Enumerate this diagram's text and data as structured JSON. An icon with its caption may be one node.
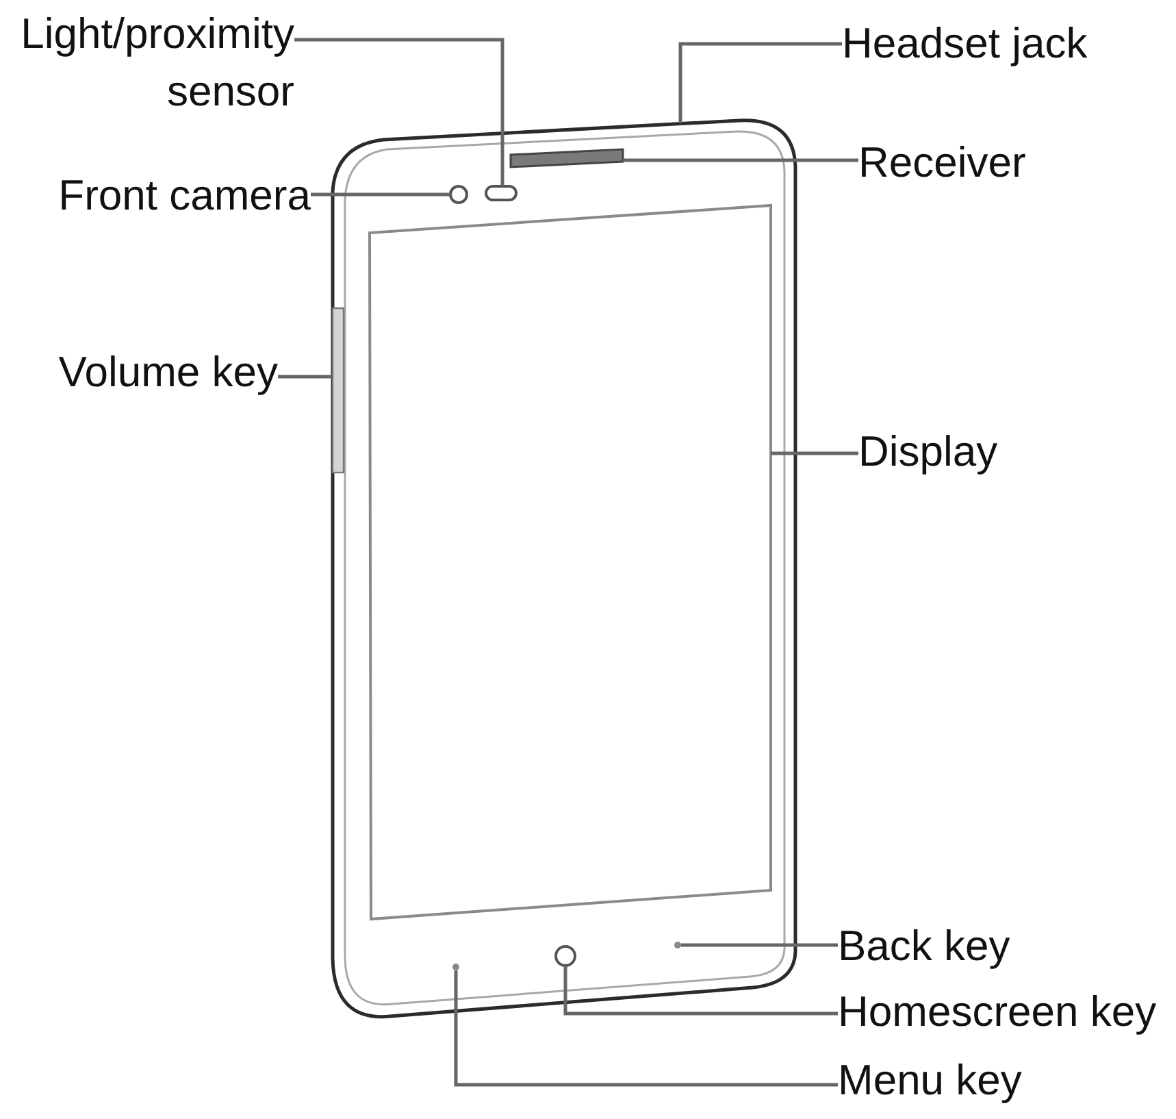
{
  "diagram": {
    "nodes": [
      {
        "text": [
          "Light/proximity sensor"
        ]
      },
      {
        "text": [
          "Headset jack"
        ]
      },
      {
        "text": [
          "Receiver"
        ]
      },
      {
        "text": [
          "Front camera"
        ]
      },
      {
        "text": [
          "Volume key"
        ]
      },
      {
        "text": [
          "Display"
        ]
      },
      {
        "text": [
          "Back key"
        ]
      },
      {
        "text": [
          "Homescreen key"
        ]
      },
      {
        "text": [
          "Menu key"
        ]
      },
      {
        "text": [],
        "shape": "box"
      },
      {
        "text": [],
        "shape": "bar"
      },
      {
        "text": [],
        "shape": "circle"
      },
      {
        "text": [],
        "shape": "bar"
      },
      {
        "text": [],
        "shape": "box"
      },
      {
        "text": [],
        "shape": "circle"
      },
      {
        "text": [],
        "shape": "circle"
      },
      {
        "text": [],
        "shape": "circle"
      }
    ],
    "edges": [
      {
        "from": 0,
        "to": 9,
        "arrow": "none"
      },
      {
        "from": 1,
        "to": null,
        "arrow": "none"
      },
      {
        "from": 2,
        "to": 10,
        "arrow": "none"
      },
      {
        "from": 3,
        "to": 11,
        "arrow": "none"
      },
      {
        "from": 4,
        "to": 12,
        "arrow": "none"
      },
      {
        "from": 5,
        "to": 13,
        "arrow": "none"
      },
      {
        "from": 6,
        "to": 14,
        "arrow": "none"
      },
      {
        "from": 7,
        "to": 15,
        "arrow": "none"
      },
      {
        "from": 8,
        "to": 16,
        "arrow": "none"
      }
    ]
  }
}
